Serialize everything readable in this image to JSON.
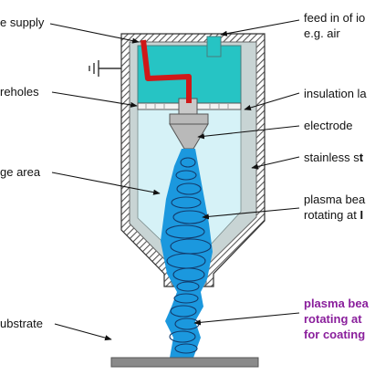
{
  "labels": {
    "supply": "e supply",
    "feed_line1": "feed in of io",
    "feed_line2": "e.g. air",
    "boreholes": "reholes",
    "insulation": "insulation la",
    "electrode": "electrode",
    "discharge": "ge area",
    "stainless_prefix": "stainless s",
    "stainless_bold": "t",
    "plasma_line1": "plasma bea",
    "plasma_line2_prefix": "rotating at ",
    "plasma_line2_bold": "I",
    "substrate": "ubstrate",
    "coating_line1": "plasma bea",
    "coating_line2": "rotating at",
    "coating_line3": "for coating"
  },
  "icons": {
    "ground": "ground-symbol"
  },
  "colors": {
    "wall_hatch": "#555555",
    "insulation": "#c8d4d4",
    "chamber": "#d6f2f7",
    "gas_cap": "#26c4c4",
    "electrode": "#b9b9b9",
    "plasma": "#1b98de",
    "wire": "#d01818",
    "substrate": "#8a8a8a",
    "coating_text": "#8a1f9c"
  }
}
